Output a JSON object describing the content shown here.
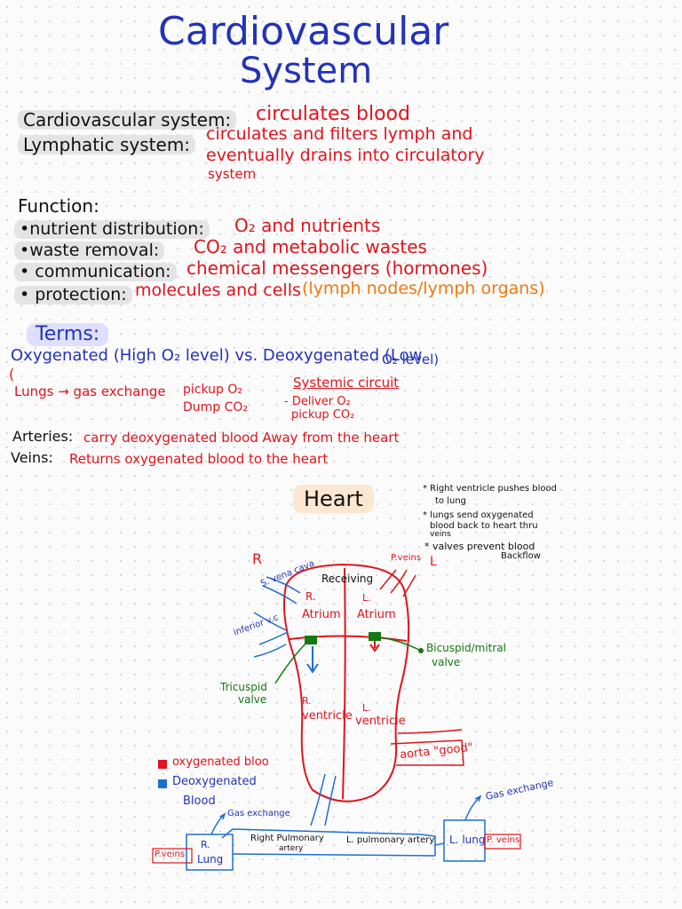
{
  "title": {
    "line1": "Cardiovascular",
    "line2": "System"
  },
  "definitions": [
    {
      "term": "Cardiovascular system:",
      "text": "circulates blood"
    },
    {
      "term": "Lymphatic system:",
      "text": "circulates and filters lymph and",
      "text2": "eventually drains into circulatory",
      "text3": "system"
    }
  ],
  "function": {
    "heading": "Function:",
    "items": [
      {
        "label": "•nutrient distribution:",
        "value": "O₂ and nutrients"
      },
      {
        "label": "•waste removal:",
        "value": "CO₂ and metabolic wastes"
      },
      {
        "label": "• communication:",
        "value": "chemical messengers (hormones)"
      },
      {
        "label": "• protection:",
        "value": "molecules and cells",
        "extra": "(lymph nodes/lymph organs)"
      }
    ]
  },
  "terms": {
    "heading": "Terms:",
    "oxy_line": "Oxygenated (High O₂ level) vs. Deoxygenated (Low",
    "oxy_line2": "O₂ level)",
    "lungs": "Lungs → gas exchange",
    "pickup": "pickup O₂",
    "dump": "Dump CO₂",
    "systemic": "Systemic circuit",
    "deliver": "- Deliver O₂",
    "pickup_co2": "pickup CO₂",
    "arteries_label": "Arteries:",
    "arteries_text": "carry deoxygenated blood Away from the heart",
    "veins_label": "Veins:",
    "veins_text": "Returns oxygenated blood to the heart"
  },
  "heart": {
    "heading": "Heart",
    "notes": [
      "* Right ventricle pushes blood",
      "to lung",
      "* lungs send oxygenated",
      "blood back to heart thru",
      "veins",
      "* valves prevent blood",
      "Backflow"
    ],
    "R": "R",
    "l_red": "L",
    "s_vena_cava": "S. vena cava",
    "inferior_vc": "inferior v.c",
    "p_veins_top": "P.veins",
    "receiving": "Receiving",
    "r_dot": "R.",
    "l_dot": "L.",
    "atrium_r": "Atrium",
    "atrium_l": "Atrium",
    "bicuspid": "Bicuspid/mitral",
    "valve": "valve",
    "tricuspid": "Tricuspid",
    "tricuspid_valve": "valve",
    "r_vent_1": "R.",
    "r_vent_2": "ventricle",
    "l_vent_1": "L.",
    "l_vent_2": "ventricle",
    "aorta": "aorta \"good\"",
    "legend_red": "oxygenated bloo",
    "legend_blue": "Deoxygenated",
    "legend_blue2": "Blood",
    "gas_exchange_left": "Gas exchange",
    "gas_exchange_right": "Gas exchange",
    "r_lung_1": "R.",
    "r_lung_2": "Lung",
    "p_veins_left": "P.veins",
    "right_pulm": "Right Pulmonary",
    "artery": "artery",
    "l_pulm": "L. pulmonary artery",
    "l_lung": "L. lung",
    "p_veins_right": "P. veins"
  },
  "colors": {
    "blue": "#2333b8",
    "red": "#e0141c",
    "green": "#137a12",
    "orange": "#f07a10"
  }
}
